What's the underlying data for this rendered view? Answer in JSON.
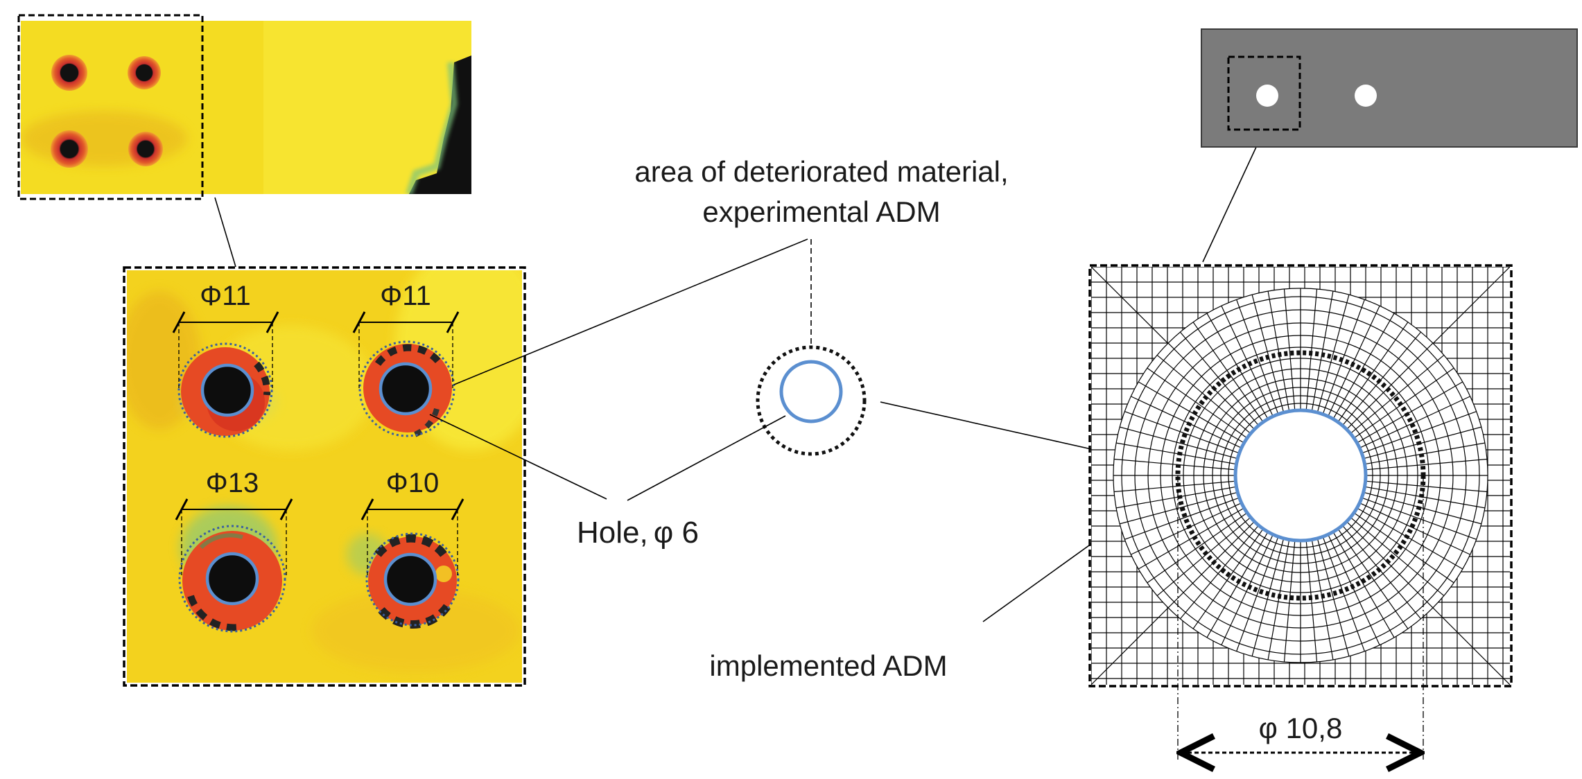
{
  "labels": {
    "dia_tl": "Φ11",
    "dia_tr": "Φ11",
    "dia_bl": "Φ13",
    "dia_br": "Φ10",
    "area_line1": "area of deteriorated material,",
    "area_line2": "experimental ADM",
    "hole": "Hole,",
    "hole_dia": "φ 6",
    "implemented": "implemented ADM",
    "dim": "φ 10,8"
  },
  "colors": {
    "hole_outline": "#5b8fd0",
    "heat_background": "#f2cf1c",
    "deteriorated_ring": "#d94a23",
    "plate_fill": "#7b7b7b"
  }
}
